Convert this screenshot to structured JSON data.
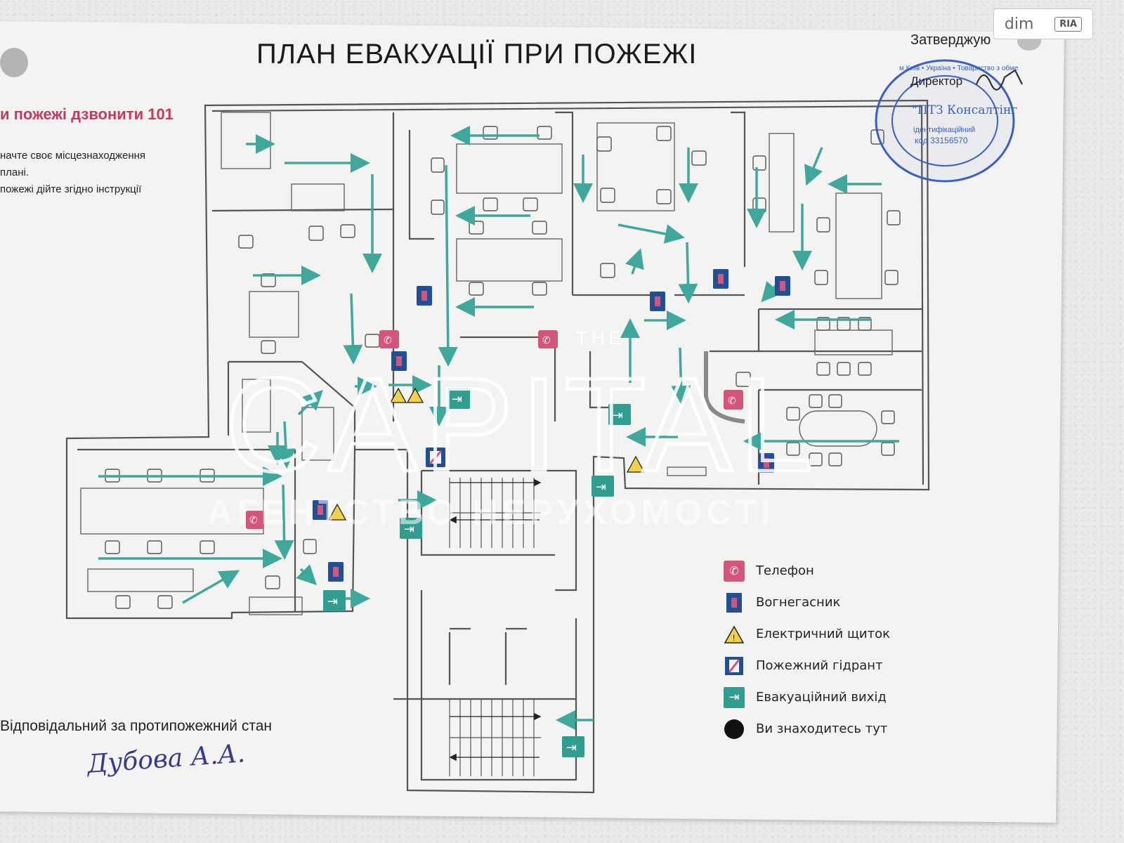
{
  "plan": {
    "title": "ПЛАН ЕВАКУАЦІЇ ПРИ ПОЖЕЖІ",
    "call_text": "и пожежі дзвонити 101",
    "instructions": [
      "начте своє місцезнаходження",
      "плані.",
      "пожежі дійте згідно інструкції"
    ],
    "approve_label": "Затверджую",
    "director_label": "Директор",
    "seal": {
      "text_ring": "м.Київ • Україна • Товариство з обмеженою відповідальністю",
      "company": "\"ПТЗ Консалтінг\"",
      "id_label": "ідентифікаційний",
      "code": "код 33156570"
    },
    "responsible_label": "Відповідальний за протипожежний стан",
    "signature": "Дубова А.А."
  },
  "legend": [
    {
      "icon": "phone-icon",
      "label": "Телефон",
      "color": "#d5547a"
    },
    {
      "icon": "extinguisher-icon",
      "label": "Вогнегасник",
      "color": "#1f4f96"
    },
    {
      "icon": "electrical-panel-icon",
      "label": "Електричний щиток",
      "color": "#f2d24a"
    },
    {
      "icon": "fire-hydrant-icon",
      "label": "Пожежний гідрант",
      "color": "#1f4f96"
    },
    {
      "icon": "emergency-exit-icon",
      "label": "Евакуаційний вихід",
      "color": "#2f9e8f"
    },
    {
      "icon": "you-are-here-icon",
      "label": "Ви знаходитесь тут",
      "color": "#111111"
    }
  ],
  "watermark": {
    "brand": "CAPITAL",
    "small": "THE",
    "tagline": "АГЕНТСТВО НЕРУХОМОСТІ"
  },
  "badge": {
    "left": "dim",
    "right": "RIA"
  },
  "colors": {
    "arrow": "#3fa89a",
    "wall": "#555555",
    "phone": "#d5547a",
    "extinguisher": "#1f4f96"
  }
}
